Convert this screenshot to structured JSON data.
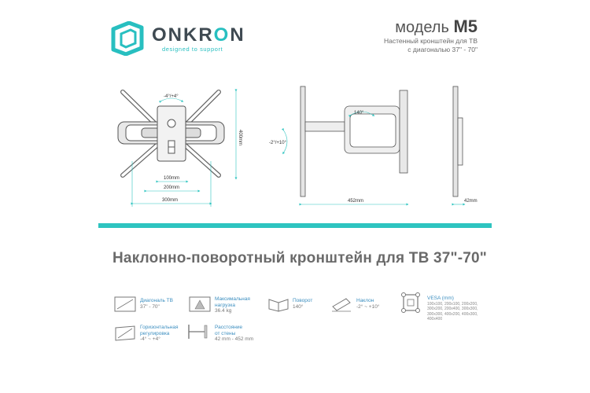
{
  "brand": {
    "name_prefix": "ONKR",
    "name_hl": "O",
    "name_suffix": "N",
    "tagline": "designed to support"
  },
  "model": {
    "label": "модель",
    "code": "M5"
  },
  "subtitle": {
    "line1": "Настенный кронштейн для ТВ",
    "line2": "с диагональю 37\" - 70\""
  },
  "dimensions": {
    "rotation": "-4°/+4°",
    "w100": "100mm",
    "w200": "200mm",
    "w300": "300mm",
    "h400": "400mm",
    "tilt": "-2°/+10°",
    "swivel": "140°",
    "depth_max": "452mm",
    "depth_min": "42mm"
  },
  "heading": "Наклонно-поворотный кронштейн для ТВ 37\"-70\"",
  "specs": {
    "diag_label": "Диагональ ТВ",
    "diag_value": "37\" - 70\"",
    "load_label1": "Максимальная",
    "load_label2": "нагрузка",
    "load_value": "36.4 kg",
    "swivel_label": "Поворот",
    "swivel_value": "140°",
    "tilt_label": "Наклон",
    "tilt_value": "-2° ~ +10°",
    "vesa_label": "VESA (mm)",
    "vesa_line1": "100x100, 200x100, 200x200,",
    "vesa_line2": "300x200, 200x400, 300x300,",
    "vesa_line3": "300x300, 400x200, 400x300,",
    "vesa_line4": "400x400",
    "horiz_label1": "Горизонтальная",
    "horiz_label2": "регулировка",
    "horiz_value": "-4° ~ +4°",
    "dist_label1": "Расстояние",
    "dist_label2": "от стены",
    "dist_value": "42 mm - 452 mm"
  },
  "colors": {
    "accent": "#2ec4c0",
    "text": "#444444",
    "label": "#3d8fc0"
  }
}
